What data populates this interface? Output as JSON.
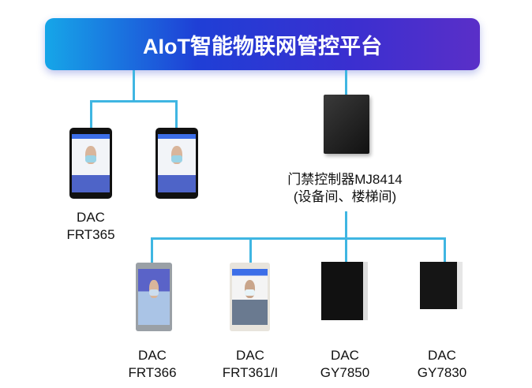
{
  "banner": {
    "title": "AIoT智能物联网管控平台"
  },
  "controller": {
    "line1": "门禁控制器MJ8414",
    "line2": "(设备间、楼梯间)"
  },
  "devices": [
    {
      "brand": "DAC",
      "model": "FRT365"
    },
    {
      "brand": "DAC",
      "model": "FRT366"
    },
    {
      "brand": "DAC",
      "model": "FRT361/I"
    },
    {
      "brand": "DAC",
      "model": "GY7850"
    },
    {
      "brand": "DAC",
      "model": "GY7830"
    }
  ],
  "colors": {
    "line": "#3fb6e2",
    "banner_start": "#16a6e8",
    "banner_end": "#5a2fc8"
  }
}
